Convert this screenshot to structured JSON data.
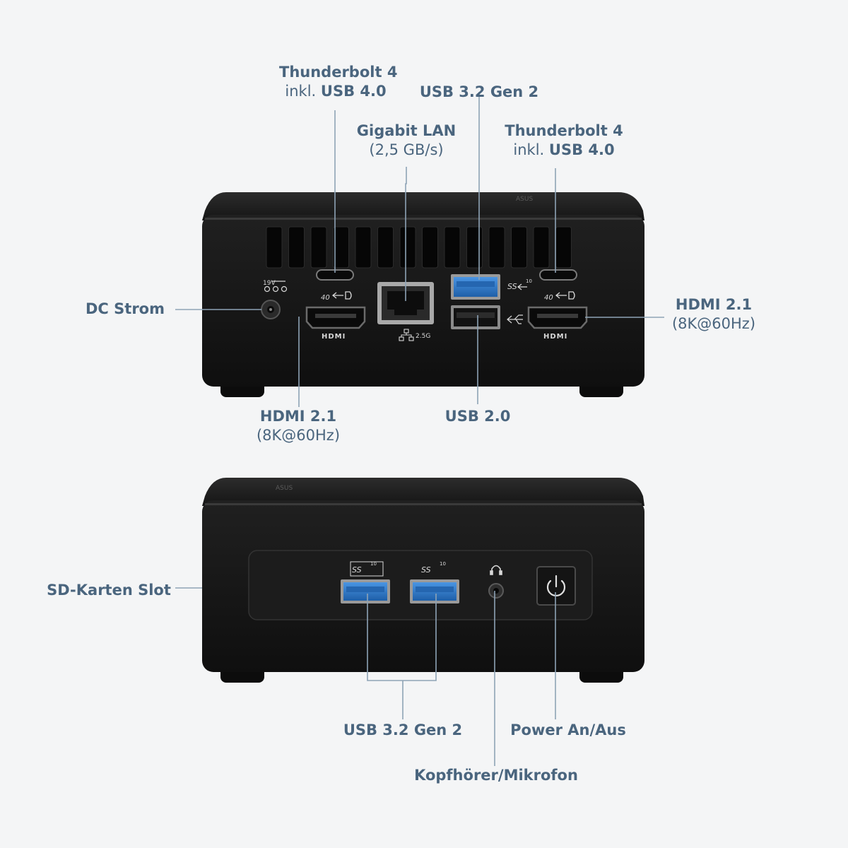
{
  "back_view": {
    "brand_mark": "ASUS",
    "dc_in": {
      "marking": "19V"
    },
    "ports": {
      "hdmi_left_logo": "HDMI",
      "hdmi_right_logo": "HDMI",
      "lan_marking": "2.5G",
      "tb_left_marking": "40",
      "tb_right_marking": "40",
      "usb32_marking": "SS",
      "usb32_speed": "10"
    },
    "labels": {
      "tb4_left": {
        "title": "Thunderbolt 4",
        "prefix": "inkl. ",
        "suffix": "USB 4.0"
      },
      "usb32_top": {
        "title": "USB 3.2 Gen 2"
      },
      "lan": {
        "title": "Gigabit LAN",
        "subtitle": "(2,5 GB/s)"
      },
      "tb4_right": {
        "title": "Thunderbolt 4",
        "prefix": "inkl. ",
        "suffix": "USB 4.0"
      },
      "dc": {
        "title": "DC Strom"
      },
      "hdmi_right": {
        "title": "HDMI 2.1",
        "subtitle": "(8K@60Hz)"
      },
      "hdmi_left": {
        "title": "HDMI 2.1",
        "subtitle": "(8K@60Hz)"
      },
      "usb20": {
        "title": "USB 2.0"
      }
    }
  },
  "front_view": {
    "brand_mark": "ASUS",
    "ports": {
      "usb_a_marking": "SS",
      "usb_a_speed": "10",
      "usb_b_marking": "SS",
      "usb_b_speed": "10"
    },
    "labels": {
      "sd": {
        "title": "SD-Karten Slot"
      },
      "usb32": {
        "title": "USB 3.2 Gen 2"
      },
      "power": {
        "title": "Power An/Aus"
      },
      "audio": {
        "title": "Kopfhörer/Mikrofon"
      }
    }
  },
  "colors": {
    "label_text": "#4a657e",
    "label_strong": "#3e5a74",
    "leader_line": "#8ea3b6",
    "background": "#f4f5f6",
    "device_body": "#151515",
    "usb3_blue": "#2f79c9"
  },
  "icons": [
    "power-icon",
    "headset-icon",
    "ethernet-icon",
    "usb-icon",
    "thunderbolt-icon",
    "displayport-icon",
    "dc-polarity-icon"
  ]
}
